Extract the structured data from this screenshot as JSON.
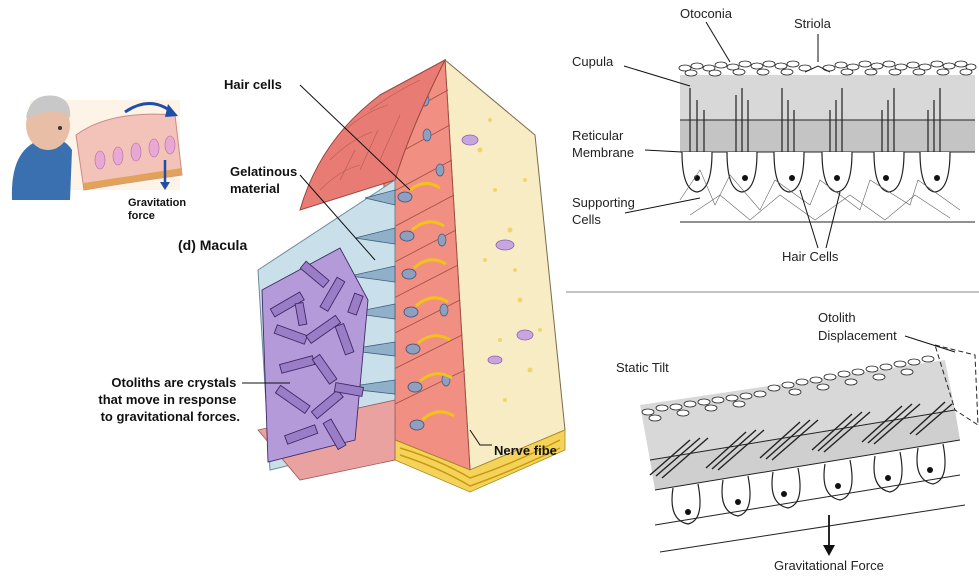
{
  "left_figure": {
    "inset_label": "Gravitation force",
    "panel_label": "(d) Macula",
    "labels": {
      "hair_cells": "Hair cells",
      "gelatinous": "Gelatinous material",
      "otoliths": "Otoliths are crystals that move in response to gravitational forces.",
      "nerve_fibers": "Nerve fibe"
    }
  },
  "top_right": {
    "labels": {
      "otoconia": "Otoconia",
      "striola": "Striola",
      "cupula": "Cupula",
      "reticular_membrane": "Reticular Membrane",
      "supporting_cells": "Supporting Cells",
      "hair_cells": "Hair Cells"
    }
  },
  "bottom_right": {
    "labels": {
      "otolith_displacement": "Otolith Displacement",
      "static_tilt": "Static Tilt",
      "gravitational_force": "Gravitational Force"
    }
  },
  "colors": {
    "crystal": "#9a7cc7",
    "gel": "#c9e0ea",
    "epithelium": "#f08f82",
    "nerve": "#f2c21a",
    "connective": "#f7ecc4",
    "arrow_blue": "#1f4ea8"
  }
}
